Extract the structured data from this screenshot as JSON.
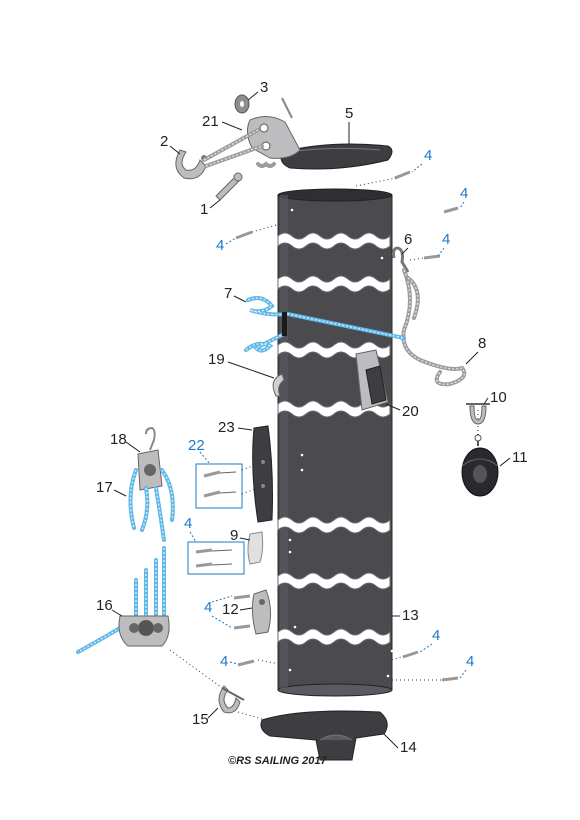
{
  "labels": {
    "p1": "1",
    "p2": "2",
    "p3": "3",
    "p4": "4",
    "p5": "5",
    "p6": "6",
    "p7": "7",
    "p8": "8",
    "p9": "9",
    "p10": "10",
    "p11": "11",
    "p12": "12",
    "p13": "13",
    "p14": "14",
    "p15": "15",
    "p16": "16",
    "p17": "17",
    "p18": "18",
    "p19": "19",
    "p20": "20",
    "p21": "21",
    "p22": "22",
    "p23": "23"
  },
  "copyright": "©RS SAILING 2017",
  "colors": {
    "callout_black": "#222222",
    "callout_blue": "#1d79c9",
    "mast_tube": "#4a4a4f",
    "rope_blue": "#5fb7e8",
    "rope_grey": "#9c9c9e"
  }
}
